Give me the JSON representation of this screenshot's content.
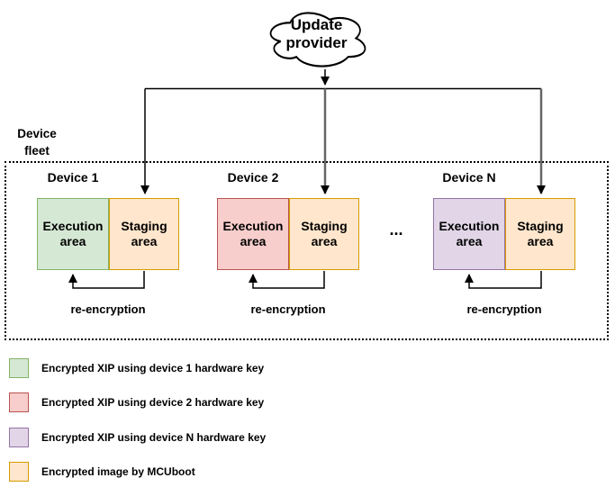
{
  "cloud": {
    "label": "Update provider"
  },
  "fleet": {
    "label": "Device fleet"
  },
  "ellipsis": "...",
  "devices": [
    {
      "name": "Device 1",
      "execution_label": "Execution area",
      "staging_label": "Staging area",
      "arrow_label": "re-encryption",
      "execution_fill": "#d5e8d4",
      "execution_border": "#82b366",
      "staging_fill": "#ffe6cc",
      "staging_border": "#d79b00"
    },
    {
      "name": "Device 2",
      "execution_label": "Execution area",
      "staging_label": "Staging area",
      "arrow_label": "re-encryption",
      "execution_fill": "#f8cecc",
      "execution_border": "#b85450",
      "staging_fill": "#ffe6cc",
      "staging_border": "#d79b00"
    },
    {
      "name": "Device N",
      "execution_label": "Execution area",
      "staging_label": "Staging area",
      "arrow_label": "re-encryption",
      "execution_fill": "#e1d5e7",
      "execution_border": "#9673a6",
      "staging_fill": "#ffe6cc",
      "staging_border": "#d79b00"
    }
  ],
  "legend": [
    {
      "fill": "#d5e8d4",
      "border": "#82b366",
      "label": "Encrypted XIP using device 1 hardware key"
    },
    {
      "fill": "#f8cecc",
      "border": "#b85450",
      "label": "Encrypted XIP using device 2 hardware key"
    },
    {
      "fill": "#e1d5e7",
      "border": "#9673a6",
      "label": "Encrypted XIP using device N hardware key"
    },
    {
      "fill": "#ffe6cc",
      "border": "#d79b00",
      "label": "Encrypted image by MCUboot"
    }
  ],
  "colors": {
    "line": "#000000",
    "thick_line": "#666666",
    "background": "#ffffff"
  }
}
